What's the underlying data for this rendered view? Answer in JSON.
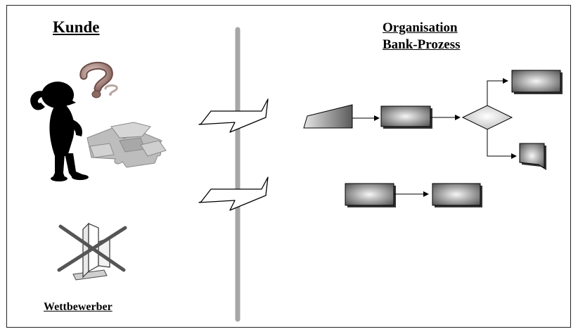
{
  "labels": {
    "customer": "Kunde",
    "organisation_line1": "Organisation",
    "organisation_line2": "Bank-Prozess",
    "competitor": "Wettbewerber"
  },
  "icons": {
    "customer": "confused-person-icon",
    "question_mark": "question-mark-icon",
    "puzzle": "puzzle-pieces-icon",
    "competitor": "crossed-out-door-icon"
  },
  "colors": {
    "barrier": "#a6a6a6",
    "shape_light": "#f4f4f4",
    "shape_dark": "#6e6e6e",
    "cross": "#555555"
  }
}
